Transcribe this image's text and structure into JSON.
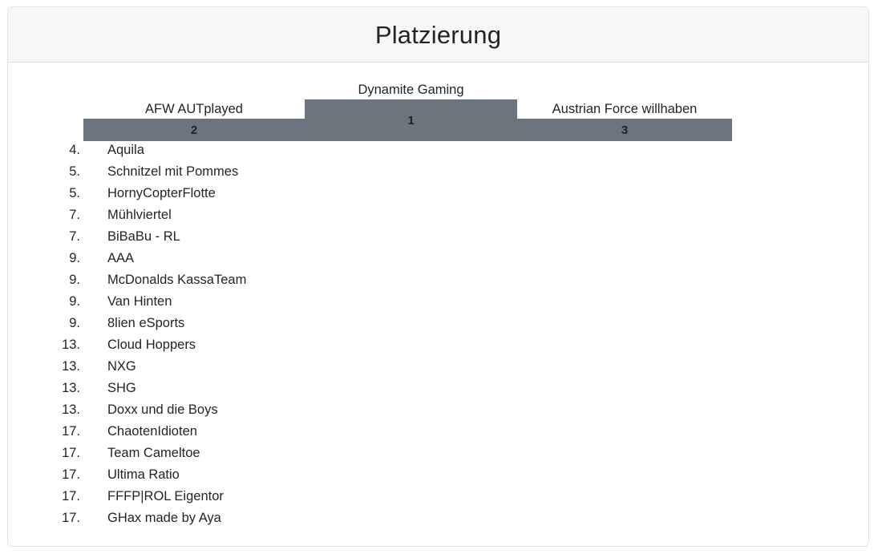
{
  "card": {
    "title": "Platzierung"
  },
  "podium": {
    "colors": {
      "block": "#6c757d",
      "header_bg": "#f7f7f7",
      "border": "#e3e3e3",
      "text": "#212529"
    },
    "places": [
      {
        "rank": "1",
        "team": "Dynamite Gaming"
      },
      {
        "rank": "2",
        "team": "AFW AUTplayed"
      },
      {
        "rank": "3",
        "team": "Austrian Force willhaben"
      }
    ]
  },
  "ranking": {
    "rows": [
      {
        "place": "4.",
        "team": "Aquila"
      },
      {
        "place": "5.",
        "team": "Schnitzel mit Pommes"
      },
      {
        "place": "5.",
        "team": "HornyCopterFlotte"
      },
      {
        "place": "7.",
        "team": "Mühlviertel"
      },
      {
        "place": "7.",
        "team": "BiBaBu - RL"
      },
      {
        "place": "9.",
        "team": "AAA"
      },
      {
        "place": "9.",
        "team": "McDonalds KassaTeam"
      },
      {
        "place": "9.",
        "team": "Van Hinten"
      },
      {
        "place": "9.",
        "team": "8lien eSports"
      },
      {
        "place": "13.",
        "team": "Cloud Hoppers"
      },
      {
        "place": "13.",
        "team": "NXG"
      },
      {
        "place": "13.",
        "team": "SHG"
      },
      {
        "place": "13.",
        "team": "Doxx und die Boys"
      },
      {
        "place": "17.",
        "team": "ChaotenIdioten"
      },
      {
        "place": "17.",
        "team": "Team Cameltoe"
      },
      {
        "place": "17.",
        "team": "Ultima Ratio"
      },
      {
        "place": "17.",
        "team": "FFFP|ROL Eigentor"
      },
      {
        "place": "17.",
        "team": "GHax made by Aya"
      }
    ]
  }
}
